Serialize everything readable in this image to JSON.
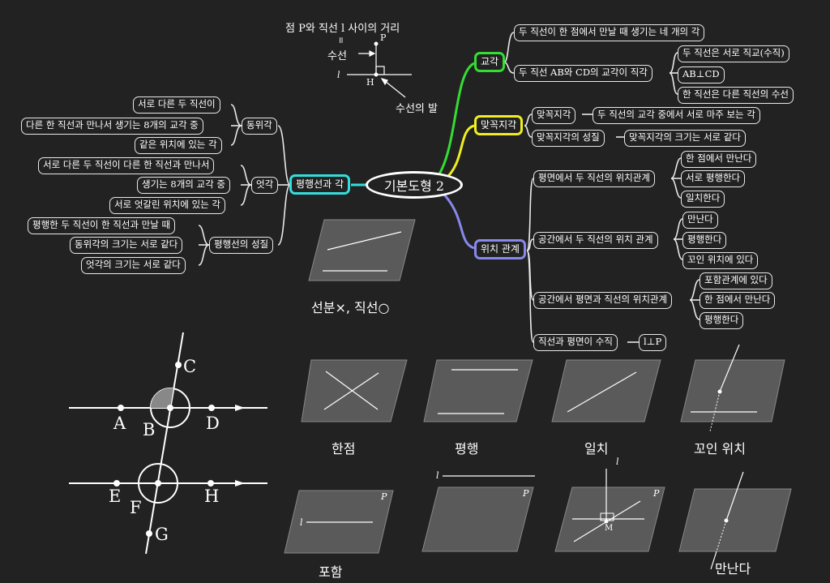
{
  "center": {
    "label": "기본도형 2"
  },
  "branches": {
    "gyogak": {
      "label": "교각",
      "color": "#33dd33",
      "items": [
        {
          "label": "두 직선이 한 점에서 만날 때 생기는 네 개의 각"
        },
        {
          "label": "두 직선 AB와 CD의 교각이 직각",
          "children": [
            "두 직선은 서로 직교(수직)",
            "AB⊥CD",
            "한 직선은 다른 직선의 수선"
          ]
        }
      ]
    },
    "matkkok": {
      "label": "맞꼭지각",
      "color": "#eeee22",
      "items": [
        {
          "label": "맞꼭지각",
          "child": "두 직선의 교각 중에서 서로 마주 보는 각"
        },
        {
          "label": "맞꼭지각의 성질",
          "child": "맞꼭지각의 크기는 서로 같다"
        }
      ]
    },
    "wichi": {
      "label": "위치 관계",
      "color": "#8888ee",
      "items": [
        {
          "label": "평면에서 두 직선의 위치관계",
          "children": [
            "한 점에서 만난다",
            "서로 평행한다",
            "일치한다"
          ]
        },
        {
          "label": "공간에서 두 직선의 위치 관계",
          "children": [
            "만난다",
            "평행한다",
            "꼬인 위치에 있다"
          ]
        },
        {
          "label": "공간에서 평면과 직선의 위치관계",
          "children": [
            "포함관계에 있다",
            "한 점에서 만난다",
            "평행한다"
          ]
        },
        {
          "label": "직선과 평면이 수직",
          "child": "l⊥P"
        }
      ]
    },
    "pyeonghaeng": {
      "label": "평행선과 각",
      "color": "#33dddd",
      "groups": [
        {
          "label": "동위각",
          "children": [
            "서로 다른 두 직선이",
            "다른 한 직선과 만나서 생기는 8개의 교각 중",
            "같은 위치에 있는 각"
          ]
        },
        {
          "label": "엇각",
          "children": [
            "서로 다른 두 직선이 다른 한 직선과 만나서",
            "생기는 8개의 교각 중",
            "서로 엇갈린 위치에 있는 각"
          ]
        },
        {
          "label": "평행선의 성질",
          "children": [
            "평행한 두 직선이 한 직선과 만날 때",
            "동위각의 크기는 서로 같다",
            "엇각의 크기는 서로 같다"
          ]
        }
      ]
    }
  },
  "perpendicular_figure": {
    "title": "점 P와 직선 l 사이의 거리",
    "equals_sign": "॥",
    "perp_label": "수선",
    "foot_label": "수선의 발",
    "point_p": "P",
    "point_h": "H",
    "line_l": "l"
  },
  "angles_figure": {
    "points": [
      "A",
      "B",
      "C",
      "D",
      "E",
      "F",
      "G",
      "H"
    ]
  },
  "captions": {
    "segment_line": "선분×, 직선○",
    "intersect": "한점",
    "parallel": "평행",
    "coincide": "일치",
    "skew_top": "꼬인 위치",
    "contain": "포함",
    "meet": "만난다"
  },
  "plane_labels": {
    "plane": "P",
    "line": "l",
    "foot": "M"
  }
}
